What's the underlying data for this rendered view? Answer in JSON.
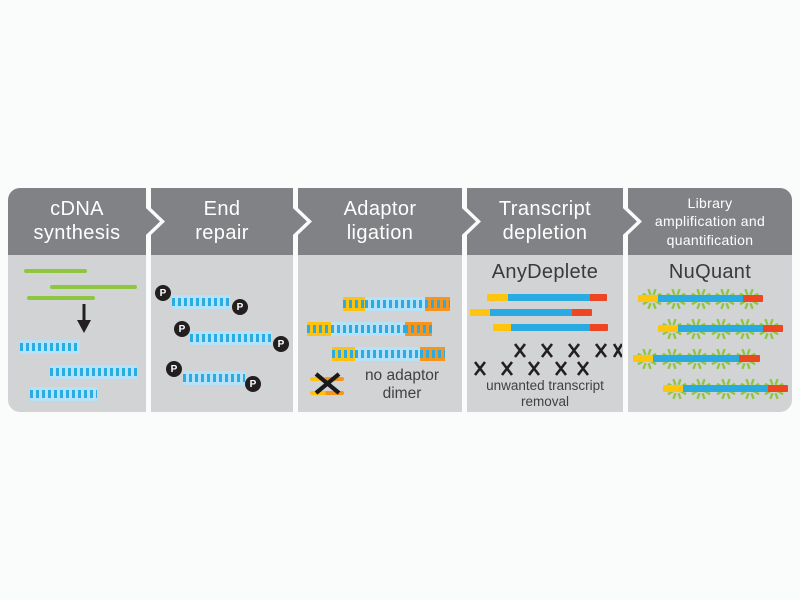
{
  "figure": {
    "type": "workflow-diagram",
    "subject": "RNA-seq library preparation steps"
  },
  "colors": {
    "header_bg": "#808285",
    "panel_bg": "#d2d3d5",
    "rna_green": "#8dc63f",
    "dna_rung_blue": "#2aabe2",
    "dna_rail_light_blue": "#b5e2f8",
    "adaptor_yellow": "#ffc20e",
    "adaptor_orange": "#f7941d",
    "fragment_red": "#ee4523",
    "black": "#231f20",
    "text_dark": "#414042",
    "sparkle_green": "#8dc63f",
    "header_text": "#ffffff"
  },
  "panels": [
    {
      "id": "cdna-synthesis",
      "header": "cDNA\nsynthesis",
      "icons": [
        "rna-strand",
        "arrow-down-icon",
        "double-stranded-cdna"
      ]
    },
    {
      "id": "end-repair",
      "header": "End\nrepair",
      "phosphate": "P",
      "icons": [
        "phosphate-icon",
        "double-stranded-cdna"
      ]
    },
    {
      "id": "adaptor-ligation",
      "header": "Adaptor\nligation",
      "note": "no adaptor dimer",
      "icons": [
        "adapted-fragment",
        "x-mark-icon"
      ]
    },
    {
      "id": "transcript-depletion",
      "header": "Transcript\ndepletion",
      "title": "AnyDeplete",
      "note": "unwanted transcript\nremoval",
      "icons": [
        "library-fragment",
        "degraded-transcript",
        "x-mark-icon"
      ]
    },
    {
      "id": "library-amplification-quantification",
      "header": "Library\namplification and\nquantification",
      "title": "NuQuant",
      "icons": [
        "library-fragment",
        "sparkle-icon"
      ]
    }
  ]
}
